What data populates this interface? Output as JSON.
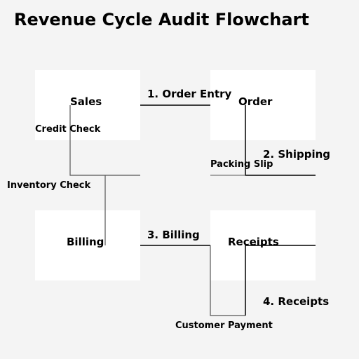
{
  "diagram": {
    "title": "Revenue Cycle Audit Flowchart",
    "nodes": {
      "sales": "Sales",
      "order": "Order",
      "billing": "Billing",
      "receipts": "Receipts"
    },
    "steps": {
      "order_entry": "1. Order Entry",
      "shipping": "2. Shipping",
      "billing": "3. Billing",
      "receipts": "4. Receipts"
    },
    "documents": {
      "credit_check": "Credit Check",
      "packing_slip": "Packing Slip",
      "inventory_check": "Inventory Check",
      "customer_payment": "Customer Payment"
    }
  }
}
